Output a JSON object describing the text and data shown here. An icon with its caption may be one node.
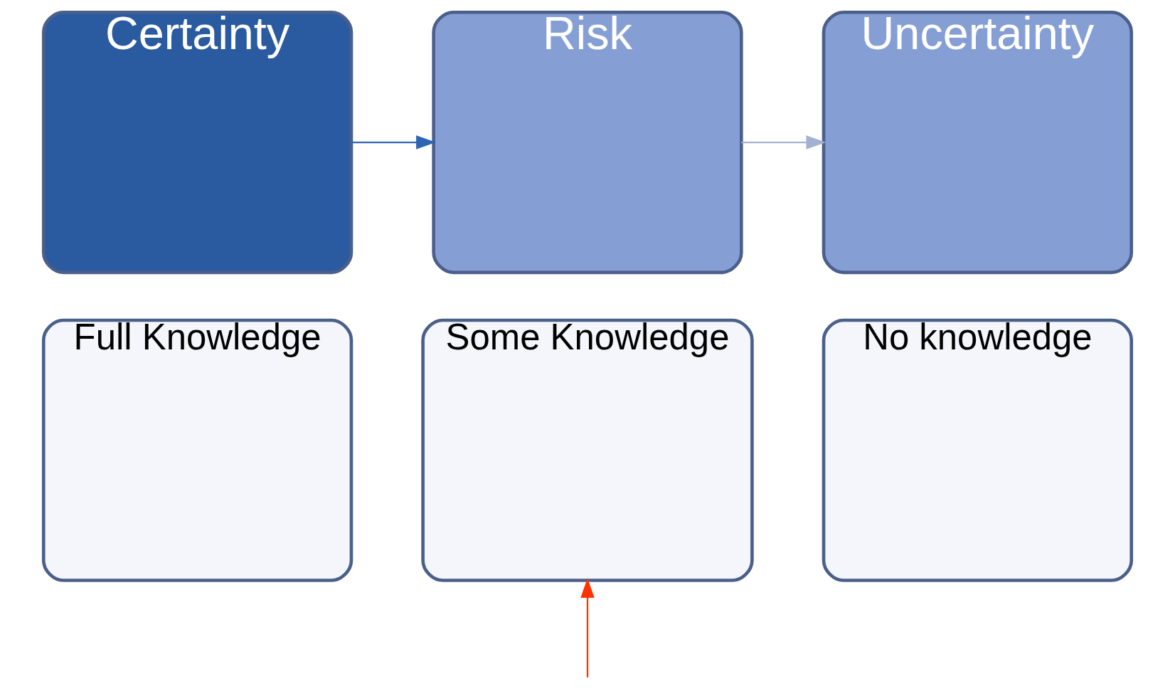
{
  "diagram": {
    "nodes": [
      {
        "text": [
          "Certainty"
        ]
      },
      {
        "text": [
          "Full Knowledge"
        ]
      },
      {
        "text": [
          "Risk"
        ]
      },
      {
        "text": [
          "Some Knowledge"
        ]
      },
      {
        "text": [
          "Uncertainty"
        ]
      },
      {
        "text": [
          "No knowledge"
        ]
      }
    ],
    "edges": [
      {
        "from": 0,
        "to": 2,
        "arrow": "to",
        "color": "#2e64b5"
      },
      {
        "from": 2,
        "to": 4,
        "arrow": "to",
        "color": "#a3b2d3"
      },
      {
        "from": null,
        "to": 3,
        "arrow": "to",
        "color": "#ff3300"
      }
    ]
  }
}
